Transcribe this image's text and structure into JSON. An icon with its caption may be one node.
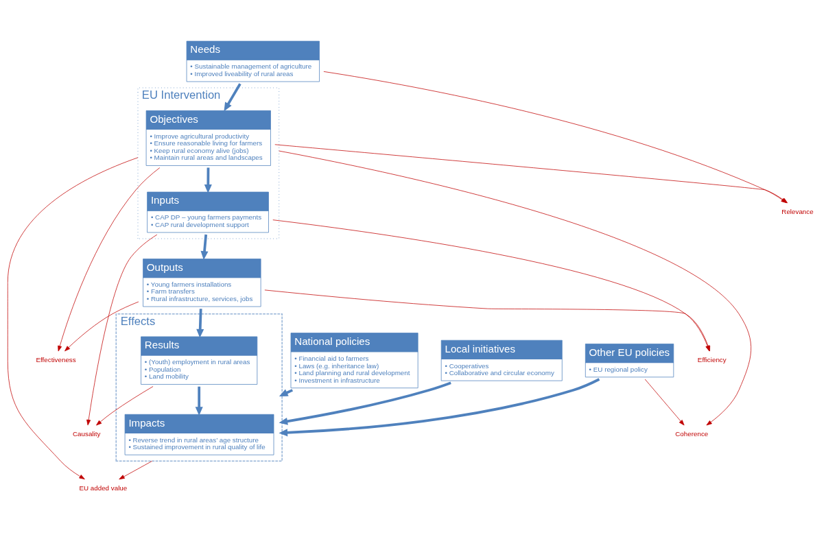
{
  "diagram": {
    "nodes": [
      {
        "text": [
          "Other EU policies",
          "• EU regional policy"
        ]
      },
      {
        "text": [
          "National policies",
          "• Financial aid to farmers",
          "• Laws (e.g. inheritance law)",
          "• Land planning and rural development",
          "• Investment in infrastructure"
        ]
      },
      {
        "text": [
          "Local initiatives",
          "• Cooperatives",
          "• Collaborative and circular economy"
        ]
      },
      {
        "text": [
          "Effects"
        ]
      },
      {
        "text": [
          "Impacts",
          "• Reverse trend in rural areas’ age structure",
          "• Sustained improvement in rural quality of life"
        ],
        "in": 3
      },
      {
        "text": [
          "Results",
          "• (Youth) employment in rural areas",
          "• Population",
          "• Land mobility"
        ],
        "in": 3
      },
      {
        "text": [
          "Outputs",
          "• Young farmers installations",
          "• Farm transfers",
          "• Rural infrastructure, services, jobs"
        ]
      },
      {
        "text": [
          "EU Intervention"
        ]
      },
      {
        "text": [
          "Needs",
          "• Sustainable management of agriculture",
          "• Improved liveability of rural areas"
        ]
      },
      {
        "text": [
          "Objectives",
          "• Improve agricultural productivity",
          "• Ensure reasonable living for farmers",
          "• Keep rural economy alive (jobs)",
          "• Maintain rural areas and landscapes"
        ],
        "in": 7
      },
      {
        "text": [
          "Inputs",
          "• CAP DP – young farmers payments",
          "• CAP rural development support"
        ],
        "in": 7
      },
      {
        "text": [
          "Relevance"
        ]
      },
      {
        "text": [
          "Coherence"
        ]
      },
      {
        "text": [
          "EU added value"
        ]
      },
      {
        "text": [
          "Causality"
        ]
      },
      {
        "text": [
          "Efficiency"
        ]
      },
      {
        "text": [
          "Effectiveness"
        ]
      }
    ],
    "edges": [
      {
        "from": 0,
        "to": 3,
        "arrow": "to",
        "style": "thick",
        "color": "#4f81bd"
      },
      {
        "from": 1,
        "to": 3,
        "arrow": "to",
        "style": "thick",
        "color": "#4f81bd"
      },
      {
        "from": 2,
        "to": 3,
        "arrow": "to",
        "style": "thick",
        "color": "#4f81bd"
      },
      {
        "from": 8,
        "to": 9,
        "arrow": "to",
        "style": "thick",
        "color": "#4f81bd"
      },
      {
        "from": 9,
        "to": 10,
        "arrow": "to",
        "style": "thick",
        "color": "#4f81bd"
      },
      {
        "from": 10,
        "to": 6,
        "arrow": "to",
        "style": "thick",
        "color": "#4f81bd"
      },
      {
        "from": 6,
        "to": 5,
        "arrow": "to",
        "style": "thick",
        "color": "#4f81bd"
      },
      {
        "from": 5,
        "to": 4,
        "arrow": "to",
        "style": "thick",
        "color": "#4f81bd"
      },
      {
        "from": 9,
        "to": 11,
        "arrow": "to"
      },
      {
        "from": 8,
        "to": 11,
        "arrow": "to"
      },
      {
        "from": 7,
        "to": 12,
        "arrow": "to"
      },
      {
        "from": 0,
        "to": 12,
        "arrow": "to"
      },
      {
        "from": 7,
        "to": 13,
        "arrow": "to"
      },
      {
        "from": 3,
        "to": 13,
        "arrow": "to"
      },
      {
        "from": 10,
        "to": 14,
        "arrow": "to"
      },
      {
        "from": 5,
        "to": 14,
        "arrow": "to"
      },
      {
        "from": 10,
        "to": 15,
        "arrow": "to"
      },
      {
        "from": 6,
        "to": 15,
        "arrow": "to"
      },
      {
        "from": 9,
        "to": 16,
        "arrow": "to"
      },
      {
        "from": 6,
        "to": 16,
        "arrow": "to"
      }
    ]
  }
}
